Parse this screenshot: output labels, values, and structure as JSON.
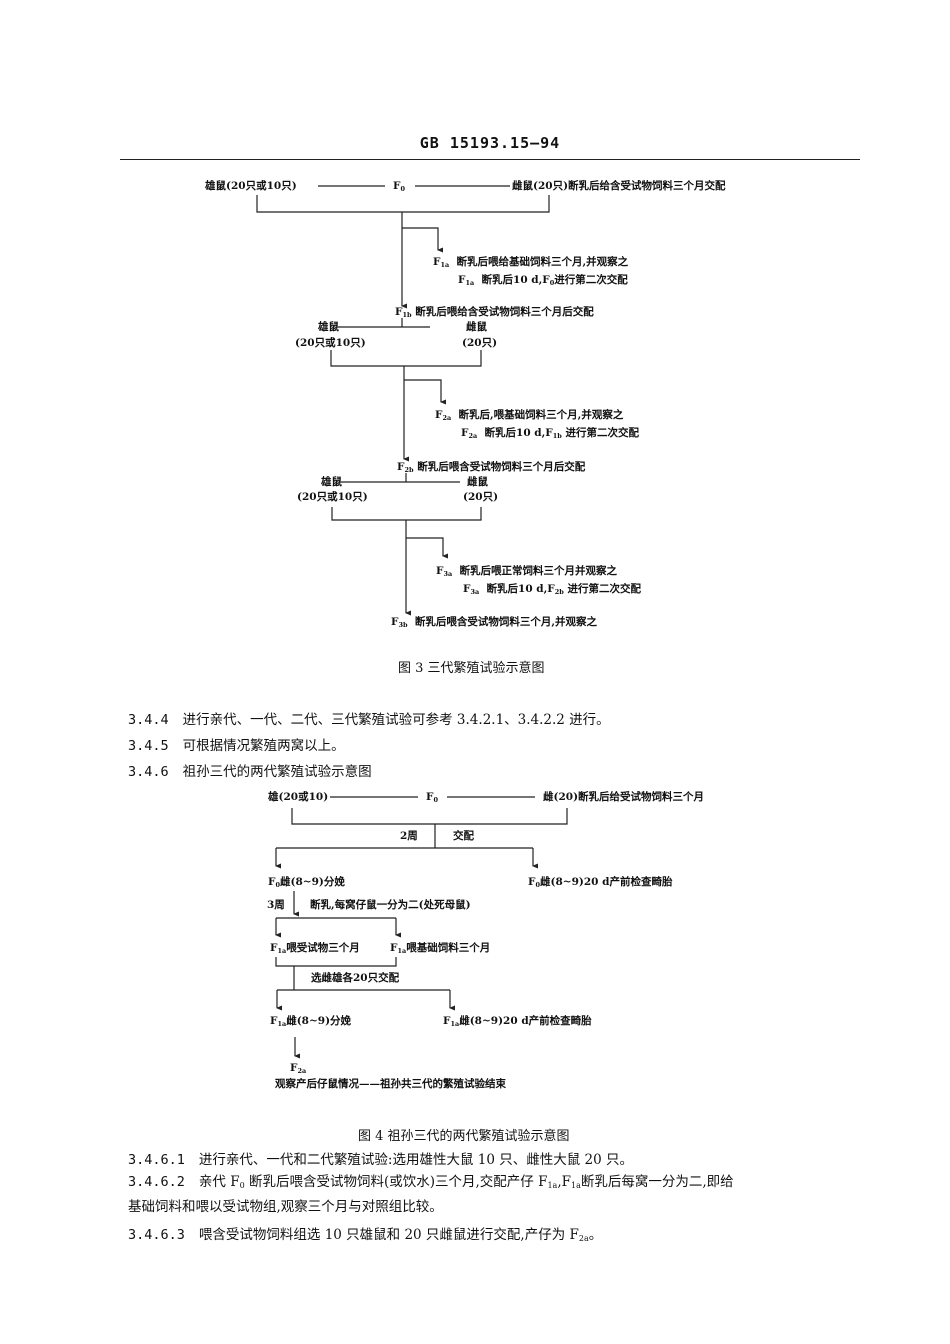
{
  "header": {
    "code": "GB 15193.15—94"
  },
  "figure3": {
    "caption": "图 3  三代繁殖试验示意图",
    "f0_male": "雄鼠(20只或10只)",
    "f0": {
      "gen": "F",
      "sub": "0"
    },
    "f0_female": "雌鼠(20只)断乳后给含受试物饲料三个月交配",
    "f1a_1": {
      "gen": "F",
      "sub": "1a",
      "text": "断乳后喂给基础饲料三个月,并观察之"
    },
    "f1a_2": {
      "gen": "F",
      "sub": "1a",
      "text": "断乳后10 d,F",
      "sub2": "0",
      "text2": "进行第二次交配"
    },
    "f1b": {
      "gen": "F",
      "sub": "1b",
      "text": "断乳后喂给含受试物饲料三个月后交配"
    },
    "male": "雄鼠",
    "female": "雌鼠",
    "male_count": "(20只或10只)",
    "female_count": "(20只)",
    "f2a_1": {
      "gen": "F",
      "sub": "2a",
      "text": "断乳后,喂基础饲料三个月,并观察之"
    },
    "f2a_2": {
      "gen": "F",
      "sub": "2a",
      "text": "断乳后10 d,F",
      "sub2": "1b",
      "text2": " 进行第二次交配"
    },
    "f2b": {
      "gen": "F",
      "sub": "2b",
      "text": "断乳后喂含受试物饲料三个月后交配"
    },
    "f3a_1": {
      "gen": "F",
      "sub": "3a",
      "text": "断乳后喂正常饲料三个月并观察之"
    },
    "f3a_2": {
      "gen": "F",
      "sub": "3a",
      "text": "断乳后10 d,F",
      "sub2": "2b",
      "text2": " 进行第二次交配"
    },
    "f3b": {
      "gen": "F",
      "sub": "3b",
      "text": "断乳后喂含受试物饲料三个月,并观察之"
    }
  },
  "paragraphs": [
    {
      "num": "3.4.4",
      "text": "进行亲代、一代、二代、三代繁殖试验可参考 3.4.2.1、3.4.2.2 进行。"
    },
    {
      "num": "3.4.5",
      "text": "可根据情况繁殖两窝以上。"
    },
    {
      "num": "3.4.6",
      "text": "祖孙三代的两代繁殖试验示意图"
    }
  ],
  "figure4": {
    "caption": "图 4  祖孙三代的两代繁殖试验示意图",
    "male": "雄(20或10)",
    "f0": {
      "gen": "F",
      "sub": "0"
    },
    "female": "雌(20)断乳后给受试物饲料三个月",
    "weeks2": "2周",
    "mating": "交配",
    "f0_birth": {
      "gen": "F",
      "sub": "0",
      "text": "雌(8~9)分娩"
    },
    "f0_check": {
      "gen": "F",
      "sub": "0",
      "text": "雌(8~9)20 d产前检查畸胎"
    },
    "weeks3": "3周",
    "weaning": "断乳,每窝仔鼠一分为二(处死母鼠)",
    "f1a_test": {
      "gen": "F",
      "sub": "1a",
      "text": "喂受试物三个月"
    },
    "f1a_base": {
      "gen": "F",
      "sub": "1a",
      "text": "喂基础饲料三个月"
    },
    "select": "选雌雄各20只交配",
    "f1a_birth": {
      "gen": "F",
      "sub": "1a",
      "text": "雌(8~9)分娩"
    },
    "f1a_check": {
      "gen": "F",
      "sub": "1a",
      "text": "雌(8~9)20 d产前检查畸胎"
    },
    "f2a": {
      "gen": "F",
      "sub": "2a"
    },
    "end": "观察产后仔鼠情况——祖孙共三代的繁殖试验结束"
  },
  "paragraphs2": [
    {
      "num": "3.4.6.1",
      "text": "进行亲代、一代和二代繁殖试验:选用雄性大鼠 10 只、雌性大鼠 20 只。"
    },
    {
      "num": "3.4.6.2",
      "t1": "亲代 F",
      "s1": "0",
      "t2": " 断乳后喂含受试物饲料(或饮水)三个月,交配产仔 F",
      "s2": "1a",
      "t3": ",F",
      "s3": "1a",
      "t4": "断乳后每窝一分为二,即给",
      "cont": "基础饲料和喂以受试物组,观察三个月与对照组比较。"
    },
    {
      "num": "3.4.6.3",
      "t1": "喂含受试物饲料组选 10 只雄鼠和 20 只雌鼠进行交配,产仔为 F",
      "s1": "2a",
      "t2": "。"
    }
  ]
}
